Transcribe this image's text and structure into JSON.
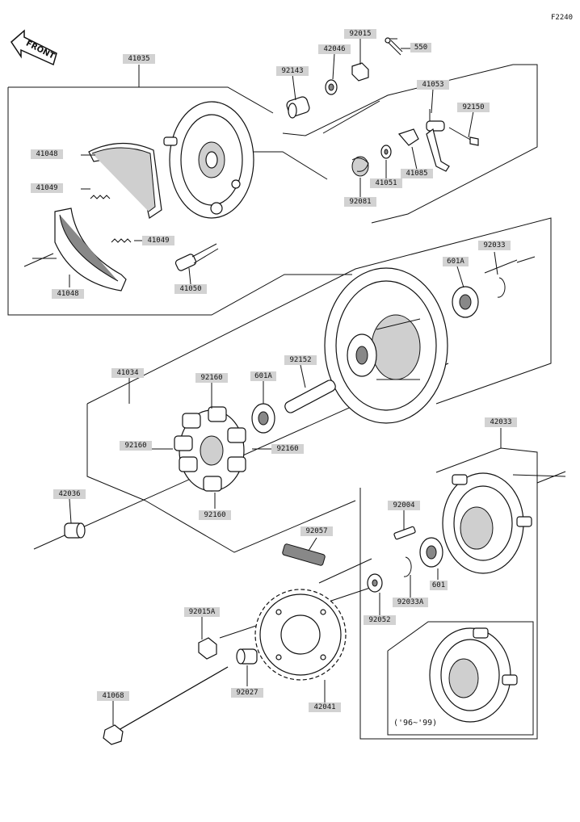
{
  "figure_code": "F2240",
  "front_label": "FRONT",
  "year_note": "('96~'99)",
  "labels": {
    "p41035": "41035",
    "p42046": "42046",
    "p92015": "92015",
    "p550": "550",
    "p92143": "92143",
    "p41053": "41053",
    "p92150": "92150",
    "p41048a": "41048",
    "p41049a": "41049",
    "p41049b": "41049",
    "p41048b": "41048",
    "p41050": "41050",
    "p92081": "92081",
    "p41051": "41051",
    "p41085": "41085",
    "p92033": "92033",
    "p601a1": "601A",
    "p41034": "41034",
    "p92160a": "92160",
    "p601a2": "601A",
    "p92152": "92152",
    "p92160b": "92160",
    "p92160c": "92160",
    "p92160d": "92160",
    "p42036": "42036",
    "p42033": "42033",
    "p92004": "92004",
    "p92057": "92057",
    "p601": "601",
    "p92033a": "92033A",
    "p92052": "92052",
    "p92015a": "92015A",
    "p92027": "92027",
    "p42041": "42041",
    "p41068": "41068"
  }
}
